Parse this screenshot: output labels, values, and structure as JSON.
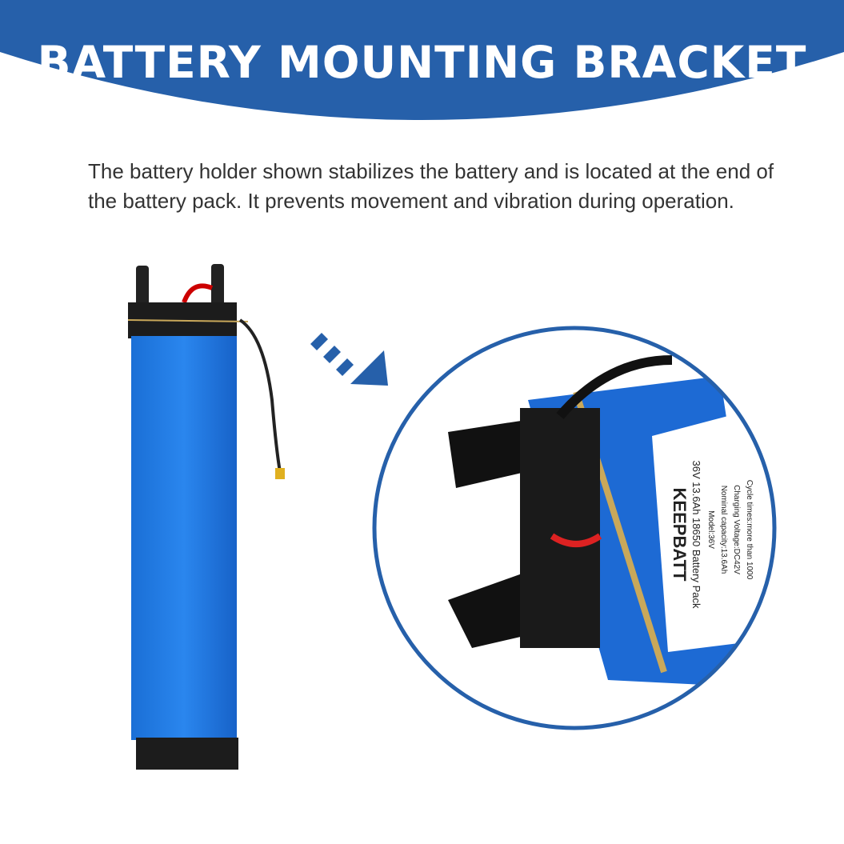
{
  "header": {
    "title": "BATTERY MOUNTING BRACKET",
    "color": "#2660aa"
  },
  "description": "The battery holder shown stabilizes the battery and is located at the end of the battery pack. It prevents movement and vibration during operation.",
  "product_label": {
    "brand": "KEEPBATT",
    "line1": "36V 13.6Ah 18650 Battery Pack",
    "lines": [
      "Model:36V",
      "Nominal capacity:13.6Ah",
      "Charging Voltage:DC42V",
      "Cycle times:more than 1000"
    ]
  },
  "icons": {
    "arrow": "diagonal-arrow-icon"
  }
}
